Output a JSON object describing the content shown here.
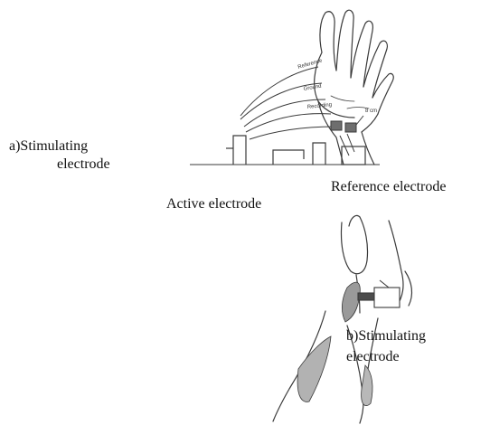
{
  "labels": {
    "stim_a_line1": "a)Stimulating",
    "stim_a_line2": "electrode",
    "active": "Active electrode",
    "reference": "Reference  electrode",
    "stim_b_line1": "b)Stimulating",
    "stim_b_line2": "electrode"
  },
  "figure_a": {
    "cable_labels": [
      "Reference",
      "Ground",
      "Recording"
    ],
    "distance": "8 cm"
  },
  "colors": {
    "line": "#3a3a3a",
    "shade": "#9a9a9a",
    "text": "#111111"
  }
}
